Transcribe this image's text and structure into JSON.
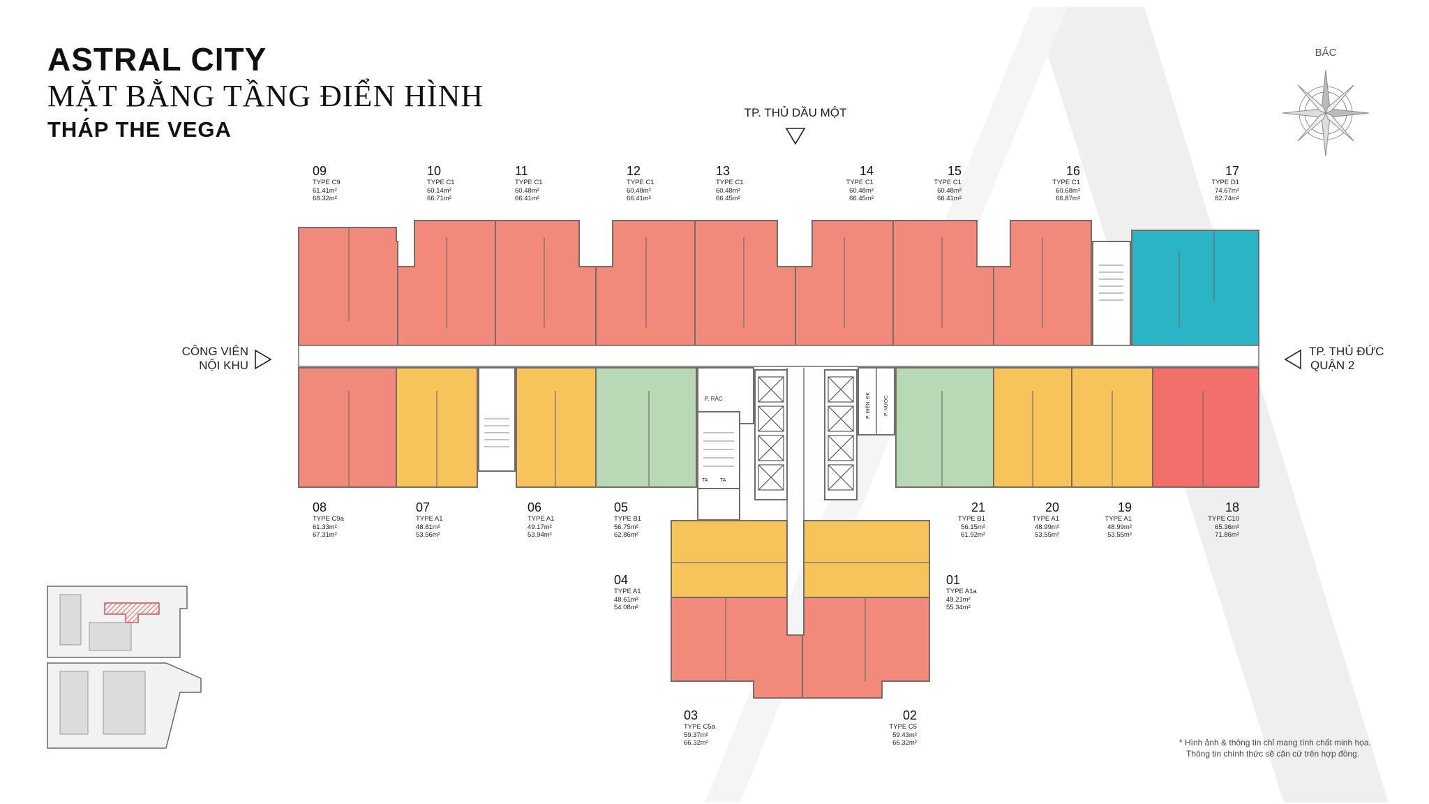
{
  "header": {
    "title": "ASTRAL CITY",
    "subtitle": "MẶT BẰNG TẦNG ĐIỂN HÌNH",
    "tower": "THÁP THE VEGA"
  },
  "directions": {
    "top": "TP. THỦ DẦU MỘT",
    "left_1": "CÔNG VIÊN",
    "left_2": "NỘI KHU",
    "right_1": "TP. THỦ ĐỨC",
    "right_2": "QUẬN 2",
    "north": "BẮC"
  },
  "rooms": {
    "trash": "P. RÁC",
    "electric": "P. ĐIỆN, ĐK",
    "water": "P. NƯỚC",
    "ta": "TA"
  },
  "colors": {
    "red": "#f28a7c",
    "orange": "#f6c45b",
    "green": "#b8d9b6",
    "teal": "#29b5c6",
    "coral": "#f26f6c",
    "wall": "#7a6a66",
    "core": "#ffffff"
  },
  "units": [
    {
      "num": "01",
      "type": "TYPE A1a",
      "a1": "49.21m²",
      "a2": "55.34m²"
    },
    {
      "num": "02",
      "type": "TYPE C5",
      "a1": "59.43m²",
      "a2": "66.32m²"
    },
    {
      "num": "03",
      "type": "TYPE C5a",
      "a1": "59.37m²",
      "a2": "66.32m²"
    },
    {
      "num": "04",
      "type": "TYPE A1",
      "a1": "48.61m²",
      "a2": "54.08m²"
    },
    {
      "num": "05",
      "type": "TYPE B1",
      "a1": "56.75m²",
      "a2": "62.86m²"
    },
    {
      "num": "06",
      "type": "TYPE A1",
      "a1": "49.17m²",
      "a2": "53.94m²"
    },
    {
      "num": "07",
      "type": "TYPE A1",
      "a1": "48.81m²",
      "a2": "53.56m²"
    },
    {
      "num": "08",
      "type": "TYPE C9a",
      "a1": "61.33m²",
      "a2": "67.31m²"
    },
    {
      "num": "09",
      "type": "TYPE C9",
      "a1": "61.41m²",
      "a2": "68.32m²"
    },
    {
      "num": "10",
      "type": "TYPE C1",
      "a1": "60.14m²",
      "a2": "66.71m²"
    },
    {
      "num": "11",
      "type": "TYPE C1",
      "a1": "60.48m²",
      "a2": "66.41m²"
    },
    {
      "num": "12",
      "type": "TYPE C1",
      "a1": "60.48m²",
      "a2": "66.41m²"
    },
    {
      "num": "13",
      "type": "TYPE C1",
      "a1": "60.48m²",
      "a2": "66.45m²"
    },
    {
      "num": "14",
      "type": "TYPE C1",
      "a1": "60.48m²",
      "a2": "66.45m²"
    },
    {
      "num": "15",
      "type": "TYPE C1",
      "a1": "60.48m²",
      "a2": "66.41m²"
    },
    {
      "num": "16",
      "type": "TYPE C1",
      "a1": "60.68m²",
      "a2": "66.87m²"
    },
    {
      "num": "17",
      "type": "TYPE D1",
      "a1": "74.67m²",
      "a2": "82.74m²"
    },
    {
      "num": "18",
      "type": "TYPE C10",
      "a1": "65.36m²",
      "a2": "71.86m²"
    },
    {
      "num": "19",
      "type": "TYPE A1",
      "a1": "48.99m²",
      "a2": "53.55m²"
    },
    {
      "num": "20",
      "type": "TYPE A1",
      "a1": "48.99m²",
      "a2": "53.55m²"
    },
    {
      "num": "21",
      "type": "TYPE B1",
      "a1": "56.15m²",
      "a2": "61.92m²"
    }
  ],
  "note": {
    "line1": "* Hình ảnh & thông tin chỉ mang tính chất minh họa.",
    "line2": "Thông tin chính thức sẽ căn cứ trên hợp đồng."
  }
}
